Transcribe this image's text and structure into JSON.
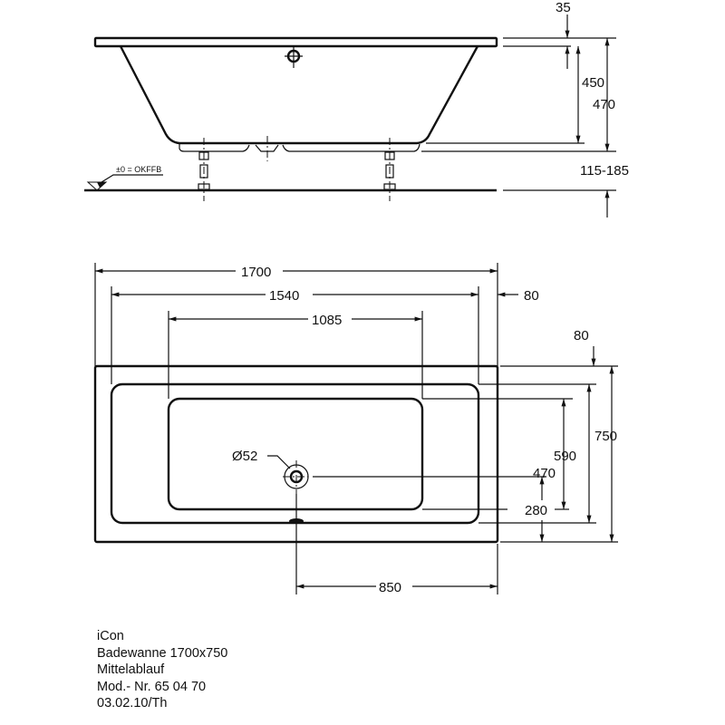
{
  "side_view": {
    "dims": {
      "rim": "35",
      "inner_depth": "450",
      "total_height": "470",
      "feet": "115-185"
    },
    "floor_label": "±0 = OKFFB"
  },
  "top_view": {
    "dims": {
      "outer_length": "1700",
      "inner_length": "1540",
      "basin_length": "1085",
      "rim_end": "80",
      "rim_side": "80",
      "outer_width": "750",
      "inner_width": "590",
      "basin_width": "470",
      "drain_offset_y": "280",
      "drain_offset_x": "850",
      "drain_diameter": "Ø52"
    }
  },
  "info": {
    "lines": [
      "iCon",
      "Badewanne 1700x750",
      "Mittelablauf",
      "Mod.- Nr. 65 04 70",
      "03.02.10/Th"
    ]
  }
}
